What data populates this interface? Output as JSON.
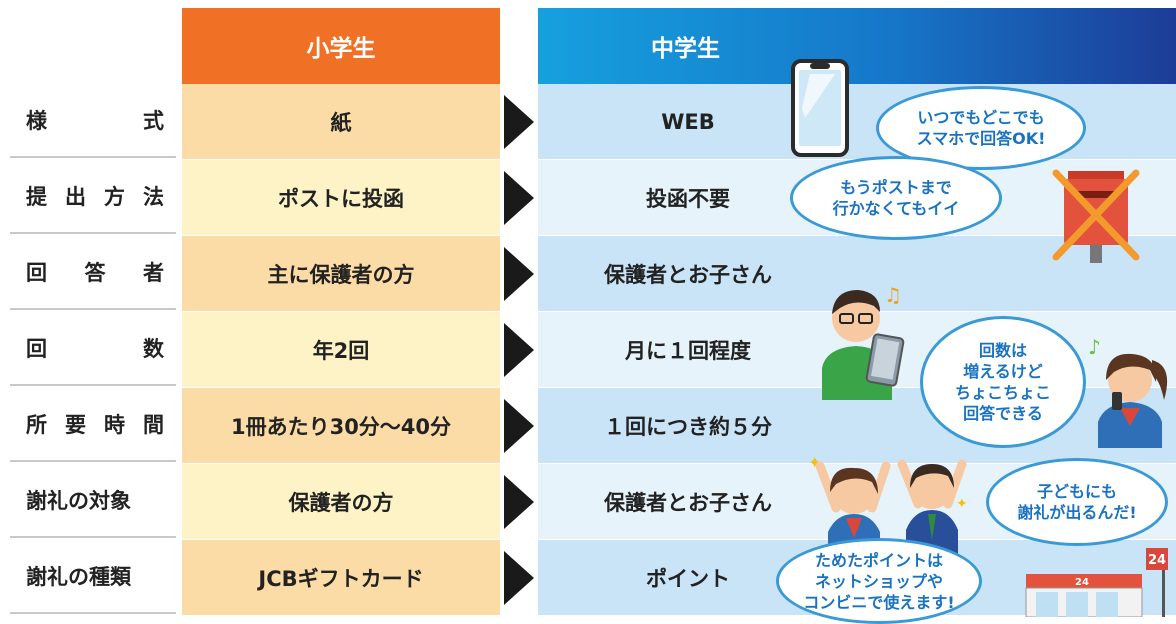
{
  "headers": {
    "elementary": "小学生",
    "junior_high": "中学生"
  },
  "rows": [
    {
      "label_parts": [
        "様",
        "式"
      ],
      "elementary": "紙",
      "junior_high": "WEB"
    },
    {
      "label_parts": [
        "提",
        "出",
        "方",
        "法"
      ],
      "elementary": "ポストに投函",
      "junior_high": "投函不要"
    },
    {
      "label_parts": [
        "回",
        "答",
        "者"
      ],
      "elementary": "主に保護者の方",
      "junior_high": "保護者とお子さん"
    },
    {
      "label_parts": [
        "回",
        "数"
      ],
      "elementary": "年2回",
      "junior_high": "月に１回程度"
    },
    {
      "label_parts": [
        "所",
        "要",
        "時",
        "間"
      ],
      "elementary": "1冊あたり30分～40分",
      "junior_high": "１回につき約５分"
    },
    {
      "label_parts": [
        "謝礼の対象"
      ],
      "elementary": "保護者の方",
      "junior_high": "保護者とお子さん"
    },
    {
      "label_parts": [
        "謝礼の種類"
      ],
      "elementary": "JCBギフトカード",
      "junior_high": "ポイント"
    }
  ],
  "bubbles": {
    "web": [
      "いつでもどこでも",
      "スマホで回答OK!"
    ],
    "post": [
      "もうポストまで",
      "行かなくてもイイ"
    ],
    "count": [
      "回数は",
      "増えるけど",
      "ちょこちょこ",
      "回答できる"
    ],
    "reward": [
      "子どもにも",
      "謝礼が出るんだ!"
    ],
    "points": [
      "ためたポイントは",
      "ネットショップや",
      "コンビニで使えます!"
    ]
  },
  "store_signs": {
    "sign": "24",
    "roof": "24"
  },
  "colors": {
    "elementary_header": "#f07125",
    "elementary_row_dark": "#fbdca6",
    "elementary_row_light": "#fdf3c6",
    "mid_row_dark": "#c9e4f6",
    "mid_row_light": "#e6f3fb",
    "bubble_text": "#1a73c0"
  }
}
